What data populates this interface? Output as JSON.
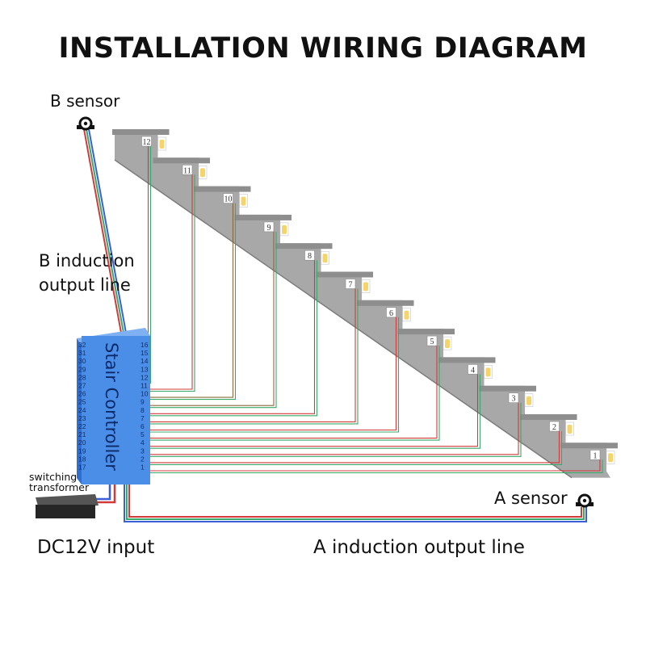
{
  "title": "INSTALLATION WIRING DIAGRAM",
  "labels": {
    "b_sensor": "B sensor",
    "b_induction_output_line_1": "B induction",
    "b_induction_output_line_2": "output line",
    "a_sensor": "A sensor",
    "a_induction_output_line": "A induction output line",
    "dc_input": "DC12V input",
    "switching_transformer_1": "switching",
    "switching_transformer_2": "transformer"
  },
  "controller": {
    "name": "Stair Controller",
    "left_terminals": [
      "32",
      "31",
      "30",
      "29",
      "28",
      "27",
      "26",
      "25",
      "24",
      "23",
      "22",
      "21",
      "20",
      "19",
      "18",
      "17"
    ],
    "right_terminals": [
      "16",
      "15",
      "14",
      "13",
      "12",
      "11",
      "10",
      "9",
      "8",
      "7",
      "6",
      "5",
      "4",
      "3",
      "2",
      "1"
    ]
  },
  "steps": [
    "12",
    "11",
    "10",
    "9",
    "8",
    "7",
    "6",
    "5",
    "4",
    "3",
    "2",
    "1"
  ],
  "colors": {
    "controller": "#4a8ee8",
    "concrete": "#a8a8a8",
    "tread": "#8e8e8e",
    "led": "#f5d56a",
    "wire_red": "#d23a3a",
    "wire_green": "#3aa86a",
    "wire_blue": "#3a5fd8",
    "wire_brown": "#8a6a3a"
  }
}
